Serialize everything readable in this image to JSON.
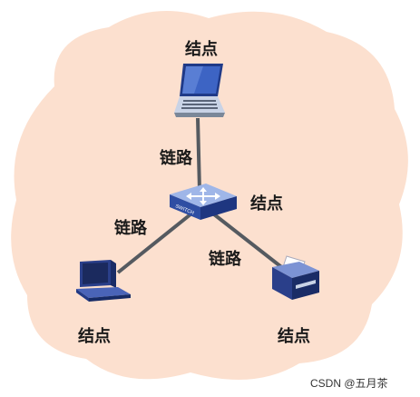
{
  "diagram": {
    "labels": {
      "top_node": "结点",
      "top_link": "链路",
      "switch_node": "结点",
      "left_link": "链路",
      "right_link": "链路",
      "left_node": "结点",
      "right_node": "结点"
    },
    "switch_text": "SWITCH",
    "watermark": "CSDN @五月茶"
  },
  "colors": {
    "cloud": "#fce0cf",
    "link_line": "#555a60",
    "device_blue": "#2f4ea3",
    "device_light": "#9fb6e8"
  },
  "icons": [
    "laptop-icon",
    "switch-icon",
    "desktop-computer-icon",
    "printer-icon"
  ]
}
